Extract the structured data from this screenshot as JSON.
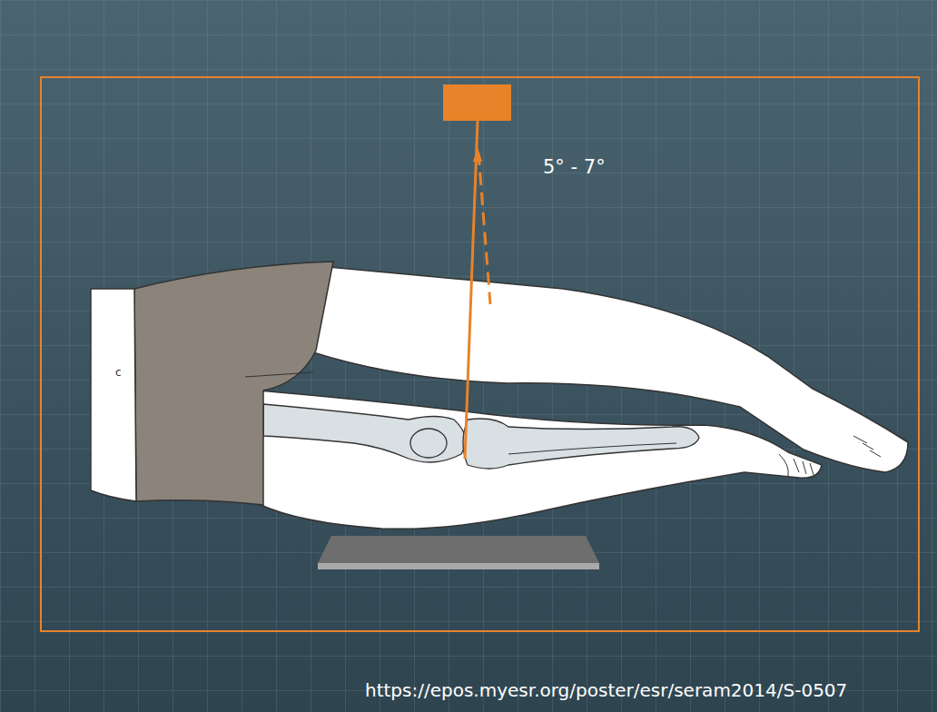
{
  "diagram": {
    "labels": [
      "5° - 7°",
      "c",
      "https://epos.myesr.org/poster/esr/seram2014/S-0507"
    ]
  }
}
